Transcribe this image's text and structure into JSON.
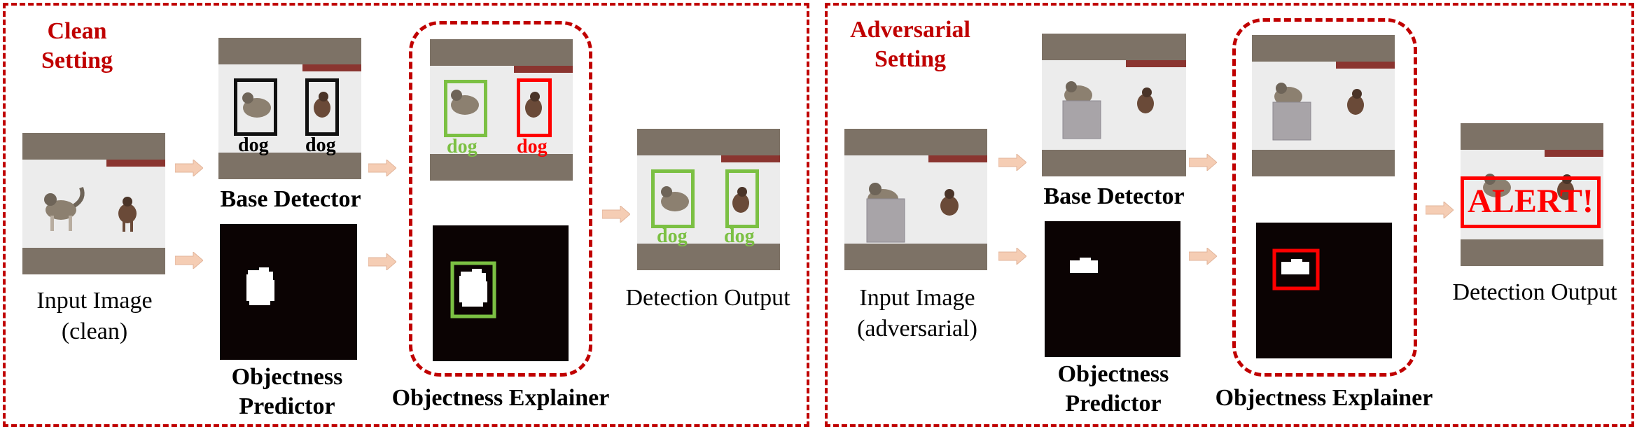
{
  "colors": {
    "frame_red": "#c00000",
    "arrow_fill": "#f5cdb4",
    "clean_box": "#7bc043",
    "adv_box": "#ff0000",
    "base_box": "#111111",
    "photo_border_bands": "#7d7266",
    "snow": "#eeeeee",
    "mask_bg": "#0b0303"
  },
  "clean": {
    "title": "Clean\nSetting",
    "input_label": "Input Image\n(clean)",
    "base_detector_label": "Base Detector",
    "objectness_predictor_label": "Objectness\nPredictor",
    "explainer_label": "Objectness Explainer",
    "output_label": "Detection Output",
    "base_labels": [
      "dog",
      "dog"
    ],
    "explainer_labels": [
      "dog",
      "dog"
    ],
    "output_labels": [
      "dog",
      "dog"
    ]
  },
  "adversarial": {
    "title": "Adversarial\nSetting",
    "input_label": "Input Image\n(adversarial)",
    "base_detector_label": "Base Detector",
    "objectness_predictor_label": "Objectness\nPredictor",
    "explainer_label": "Objectness Explainer",
    "output_label": "Detection Output",
    "alert": "ALERT!"
  },
  "icons": {
    "arrow": "right-arrow-icon",
    "dog": "dog-photo"
  }
}
